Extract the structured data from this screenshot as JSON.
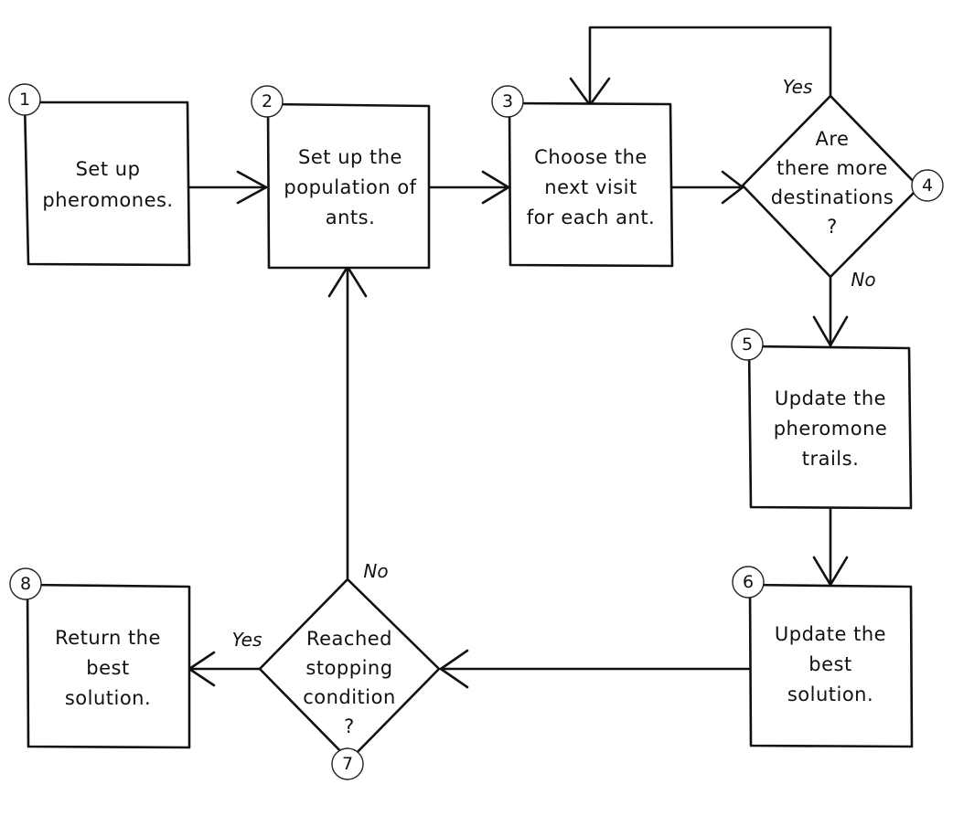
{
  "diagram": {
    "nodes": [
      {
        "id": "1",
        "number": "1",
        "shape": "process",
        "lines": [
          "Set up",
          "pheromones."
        ]
      },
      {
        "id": "2",
        "number": "2",
        "shape": "process",
        "lines": [
          "Set up the",
          "population of",
          "ants."
        ]
      },
      {
        "id": "3",
        "number": "3",
        "shape": "process",
        "lines": [
          "Choose the",
          "next visit",
          "for each ant."
        ]
      },
      {
        "id": "4",
        "number": "4",
        "shape": "decision",
        "lines": [
          "Are",
          "there more",
          "destinations",
          "?"
        ]
      },
      {
        "id": "5",
        "number": "5",
        "shape": "process",
        "lines": [
          "Update the",
          "pheromone",
          "trails."
        ]
      },
      {
        "id": "6",
        "number": "6",
        "shape": "process",
        "lines": [
          "Update the",
          "best",
          "solution."
        ]
      },
      {
        "id": "7",
        "number": "7",
        "shape": "decision",
        "lines": [
          "Reached",
          "stopping",
          "condition",
          "?"
        ]
      },
      {
        "id": "8",
        "number": "8",
        "shape": "process",
        "lines": [
          "Return the",
          "best",
          "solution."
        ]
      }
    ],
    "edges": [
      {
        "from": "1",
        "to": "2",
        "label": ""
      },
      {
        "from": "2",
        "to": "3",
        "label": ""
      },
      {
        "from": "3",
        "to": "4",
        "label": ""
      },
      {
        "from": "4",
        "to": "3",
        "label": "Yes"
      },
      {
        "from": "4",
        "to": "5",
        "label": "No"
      },
      {
        "from": "5",
        "to": "6",
        "label": ""
      },
      {
        "from": "6",
        "to": "7",
        "label": ""
      },
      {
        "from": "7",
        "to": "8",
        "label": "Yes"
      },
      {
        "from": "7",
        "to": "2",
        "label": "No"
      }
    ]
  }
}
